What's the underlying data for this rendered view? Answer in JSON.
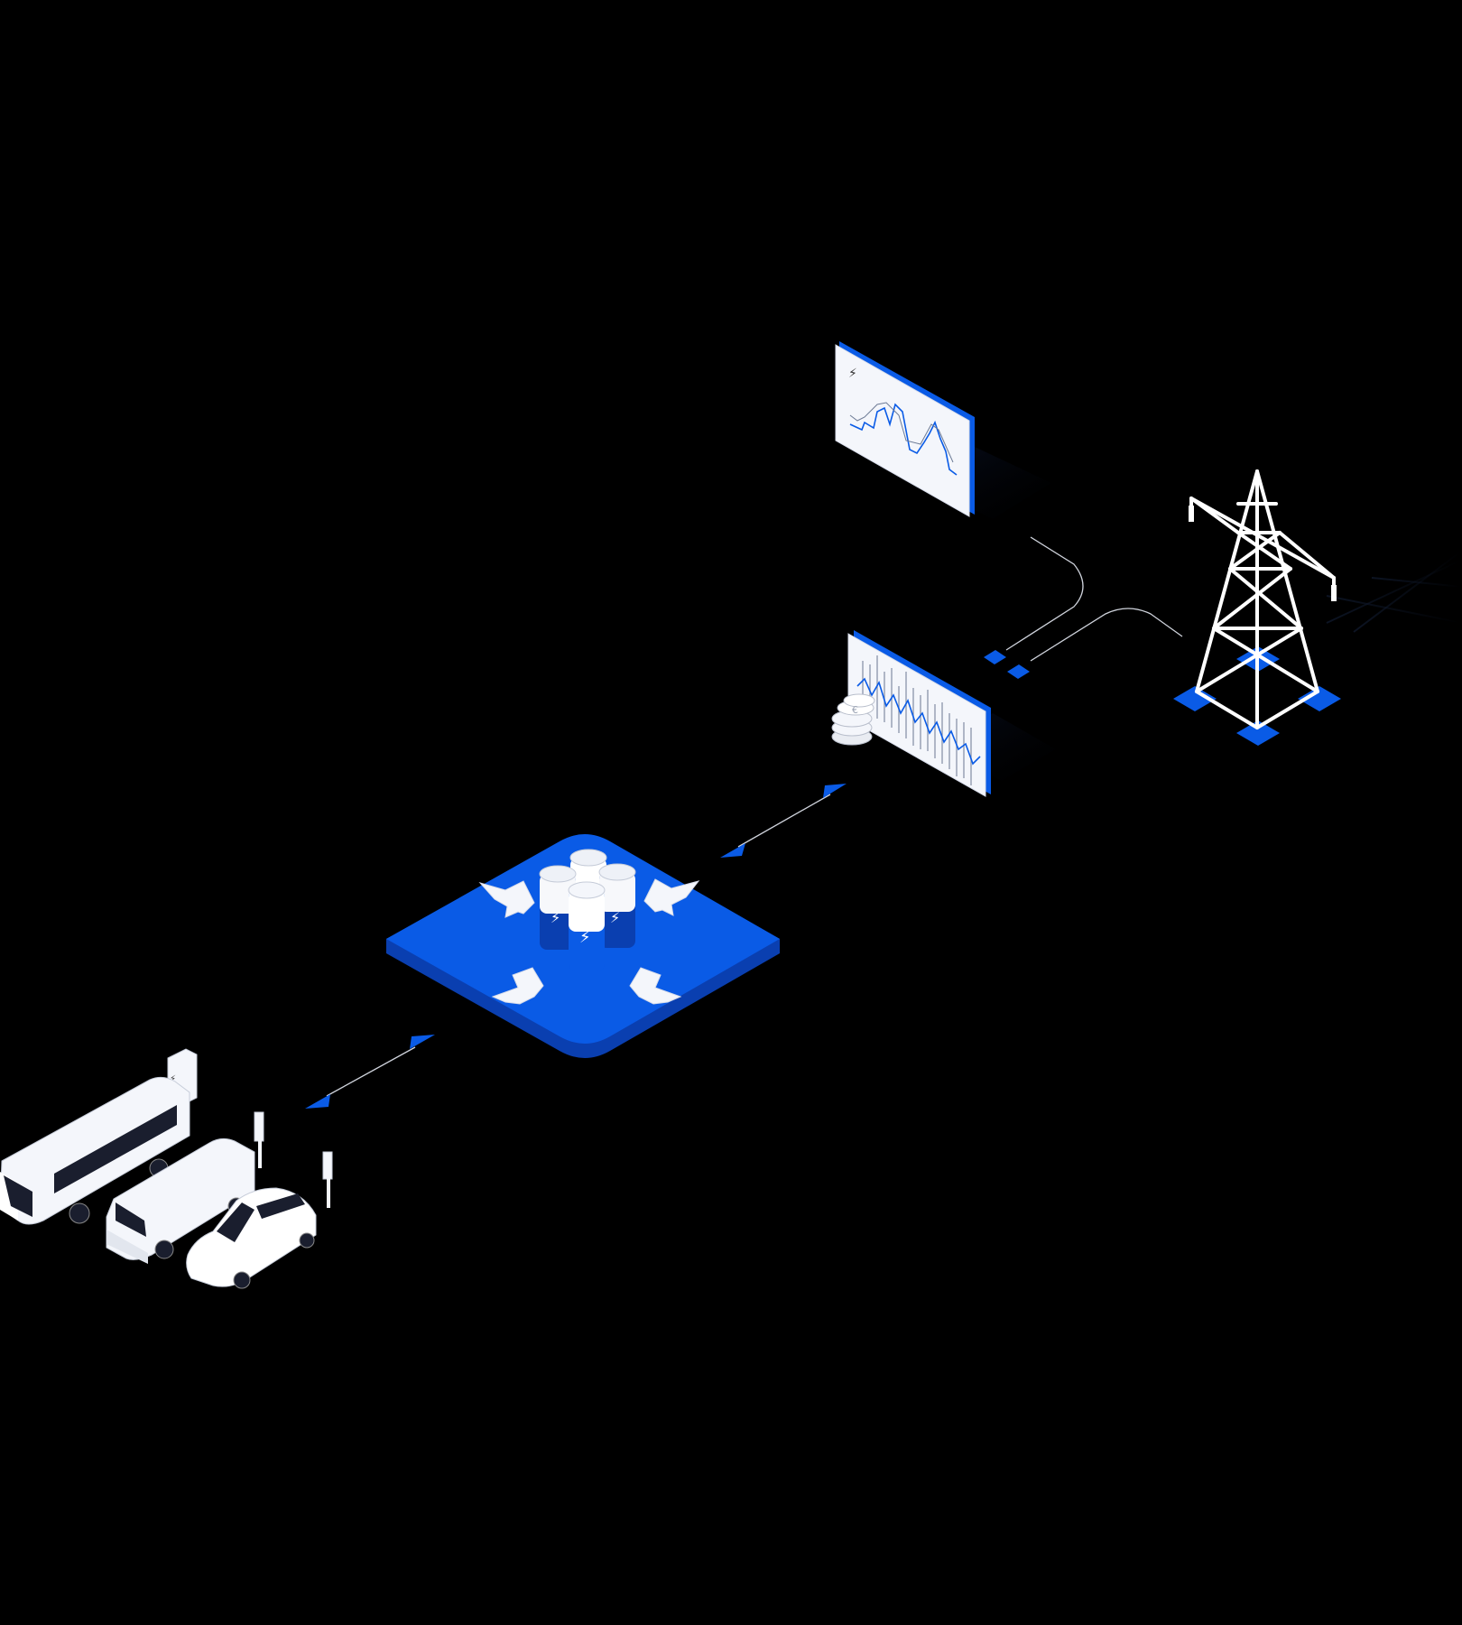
{
  "scene": {
    "background": "#000000",
    "accent": "#0a5be6",
    "accent_dark": "#0a3fb0",
    "outline": "#ffffff"
  },
  "nodes": {
    "forecast_screen": {
      "icon": "forecast-chart-screen-icon"
    },
    "market_screen": {
      "icon": "market-price-screen-icon",
      "coins": "coin-stack-icon"
    },
    "transmission_tower": {
      "icon": "power-transmission-tower-icon"
    },
    "battery_hub": {
      "icon": "battery-storage-hub-icon",
      "arrows": "converging-arrows-icon"
    },
    "fleet": {
      "vehicles": [
        "bus-icon",
        "van-icon",
        "car-icon"
      ],
      "chargers": [
        "charging-station-icon",
        "charging-station-icon",
        "charging-station-icon"
      ]
    }
  },
  "connectors": [
    {
      "from": "battery_hub",
      "to": "market_screen",
      "style": "bidirectional-arrow"
    },
    {
      "from": "fleet",
      "to": "battery_hub",
      "style": "bidirectional-arrow"
    },
    {
      "from": "forecast_screen",
      "to": "transmission_tower",
      "style": "cable"
    },
    {
      "from": "market_screen",
      "to": "transmission_tower",
      "style": "cable"
    }
  ]
}
